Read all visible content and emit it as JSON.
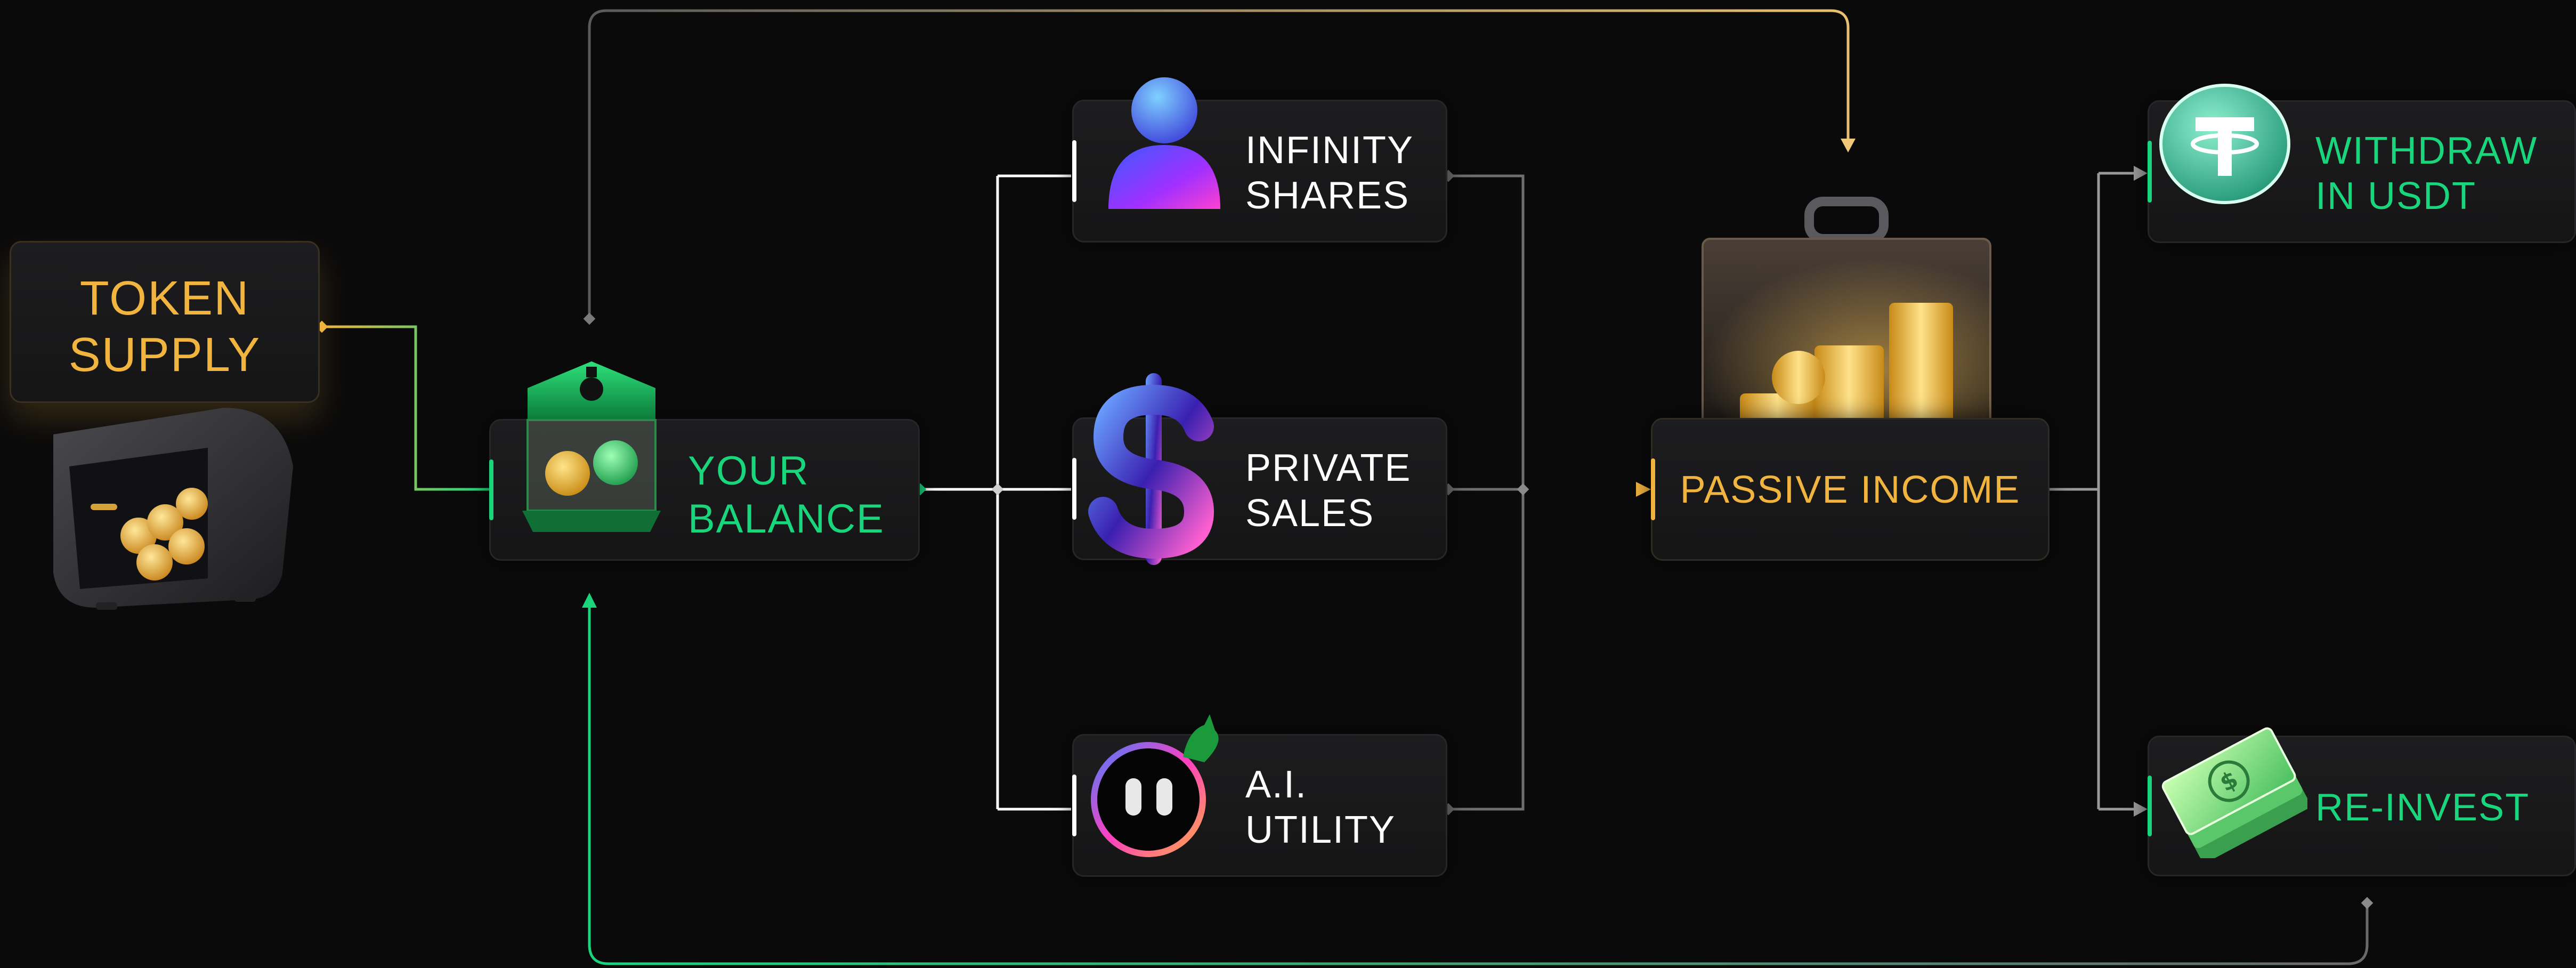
{
  "nodes": {
    "token_supply": {
      "label": "TOKEN\nSUPPLY"
    },
    "your_balance": {
      "label": "YOUR\nBALANCE"
    },
    "infinity_shares": {
      "label": "INFINITY\nSHARES"
    },
    "private_sales": {
      "label": "PRIVATE\nSALES"
    },
    "ai_utility": {
      "label": "A.I.\nUTILITY"
    },
    "passive_income": {
      "label": "PASSIVE INCOME"
    },
    "withdraw": {
      "label": "WITHDRAW\nIN USDT"
    },
    "reinvest": {
      "label": "RE-INVEST"
    }
  },
  "colors": {
    "background": "#0a0a0b",
    "green": "#19d67d",
    "gold": "#f1b43f",
    "white": "#ffffff",
    "wire": "#8a8a8a"
  },
  "icons": [
    "vault-icon",
    "safe-box-icon",
    "person-icon",
    "dollar-icon",
    "robot-icon",
    "briefcase-icon",
    "tether-coin-icon",
    "cash-icon"
  ]
}
